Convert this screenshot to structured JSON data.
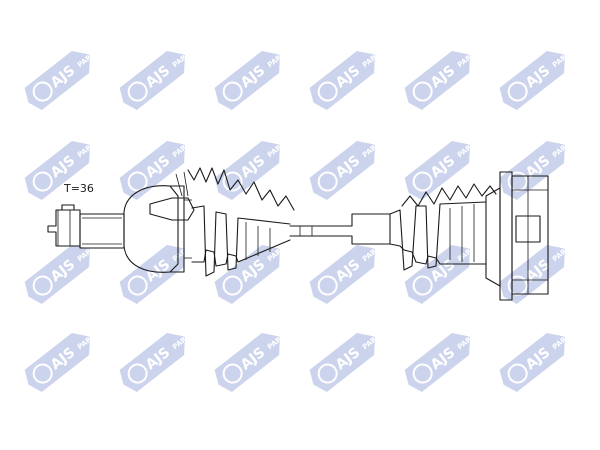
{
  "watermark": {
    "text_main": "AJS",
    "text_sub": "PARTS",
    "color": "#c4cdea",
    "icon": "ajs-parts-badge-icon"
  },
  "drawing": {
    "spline_label": "T=36",
    "stroke_color": "#1a1a1a"
  }
}
